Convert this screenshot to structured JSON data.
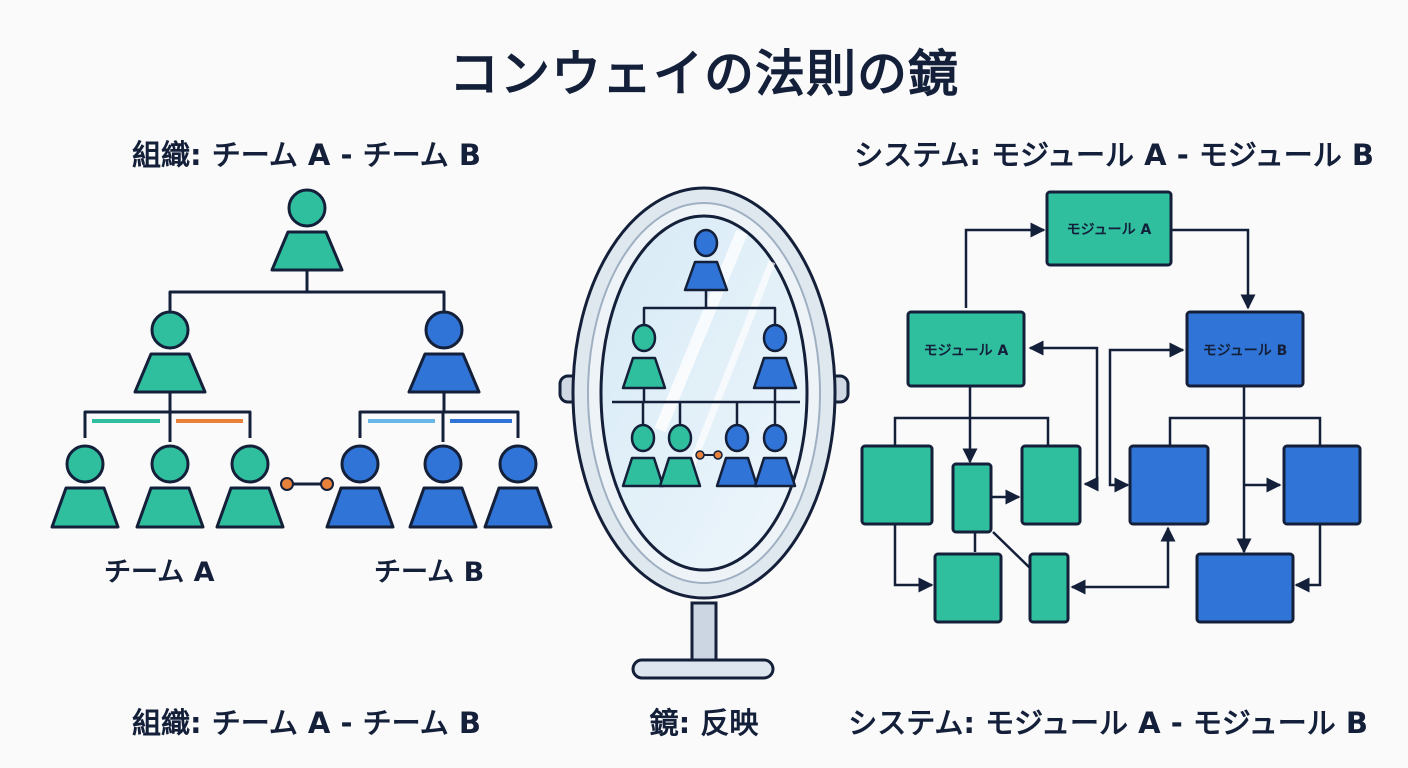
{
  "title": "コンウェイの法則の鏡",
  "organization": {
    "top_heading": "組織: チーム A - チーム B",
    "bottom_caption": "組織: チーム A - チーム B",
    "team_a_label": "チーム A",
    "team_b_label": "チーム B"
  },
  "mirror": {
    "caption": "鏡: 反映"
  },
  "system": {
    "top_heading": "システム: モジュール A - モジュール B",
    "bottom_caption": "システム: モジュール A - モジュール B",
    "module_top": "モジュール A",
    "module_a": "モジュール A",
    "module_b": "モジュール B"
  },
  "colors": {
    "team_a": "#2fbf9f",
    "team_b": "#2f74d6",
    "outline": "#14203a",
    "link": "#e8823a"
  }
}
